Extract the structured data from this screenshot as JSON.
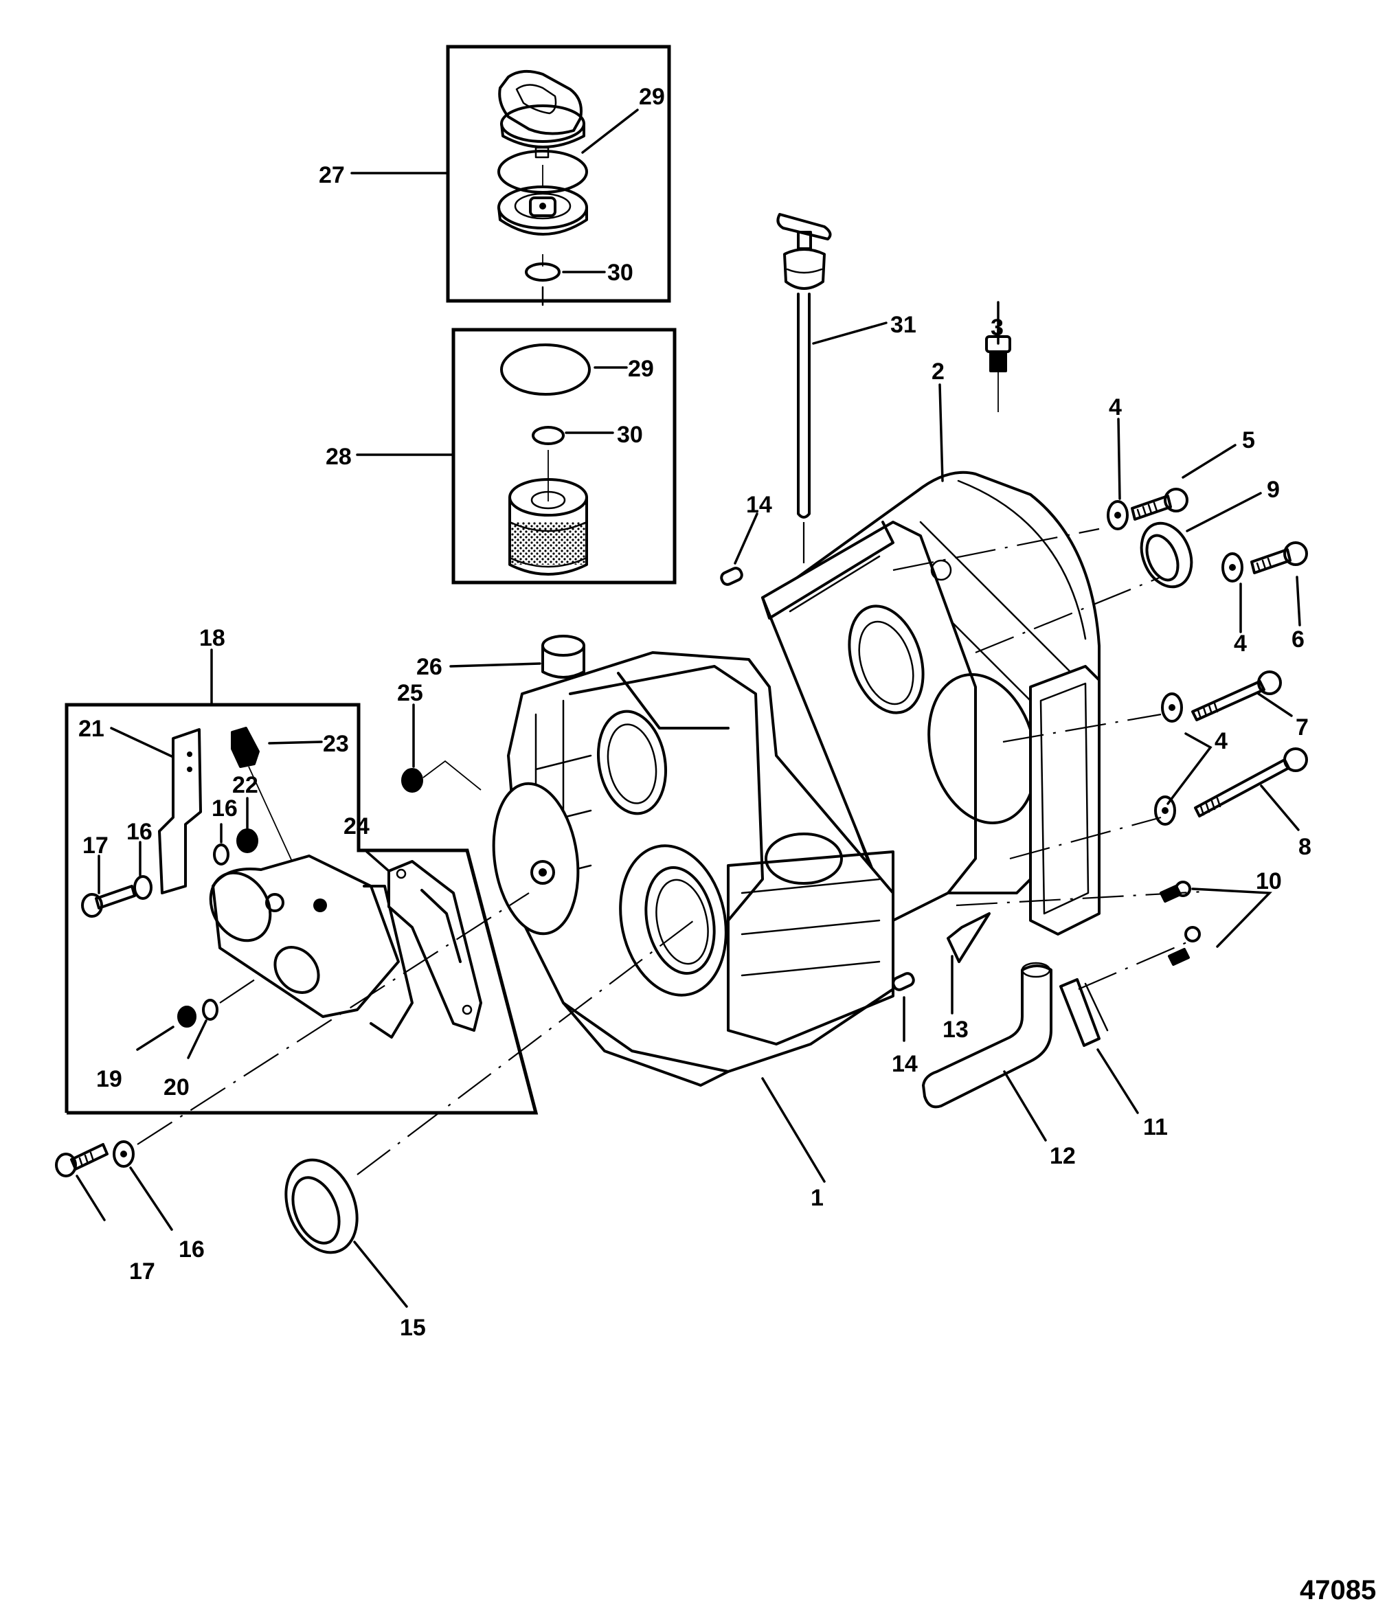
{
  "figure": {
    "reference_number": "47085",
    "title": ""
  },
  "callouts": [
    {
      "id": "c1",
      "label": "1"
    },
    {
      "id": "c2",
      "label": "2"
    },
    {
      "id": "c3",
      "label": "3"
    },
    {
      "id": "c4a",
      "label": "4"
    },
    {
      "id": "c4b",
      "label": "4"
    },
    {
      "id": "c4c",
      "label": "4"
    },
    {
      "id": "c5",
      "label": "5"
    },
    {
      "id": "c6",
      "label": "6"
    },
    {
      "id": "c7",
      "label": "7"
    },
    {
      "id": "c8",
      "label": "8"
    },
    {
      "id": "c9",
      "label": "9"
    },
    {
      "id": "c10",
      "label": "10"
    },
    {
      "id": "c11",
      "label": "11"
    },
    {
      "id": "c12",
      "label": "12"
    },
    {
      "id": "c13",
      "label": "13"
    },
    {
      "id": "c14a",
      "label": "14"
    },
    {
      "id": "c14b",
      "label": "14"
    },
    {
      "id": "c15",
      "label": "15"
    },
    {
      "id": "c16a",
      "label": "16"
    },
    {
      "id": "c16b",
      "label": "16"
    },
    {
      "id": "c16c",
      "label": "16"
    },
    {
      "id": "c17a",
      "label": "17"
    },
    {
      "id": "c17b",
      "label": "17"
    },
    {
      "id": "c18",
      "label": "18"
    },
    {
      "id": "c19",
      "label": "19"
    },
    {
      "id": "c20",
      "label": "20"
    },
    {
      "id": "c21",
      "label": "21"
    },
    {
      "id": "c22",
      "label": "22"
    },
    {
      "id": "c23",
      "label": "23"
    },
    {
      "id": "c24",
      "label": "24"
    },
    {
      "id": "c25",
      "label": "25"
    },
    {
      "id": "c26",
      "label": "26"
    },
    {
      "id": "c27",
      "label": "27"
    },
    {
      "id": "c28",
      "label": "28"
    },
    {
      "id": "c29a",
      "label": "29"
    },
    {
      "id": "c29b",
      "label": "29"
    },
    {
      "id": "c30a",
      "label": "30"
    },
    {
      "id": "c30b",
      "label": "30"
    },
    {
      "id": "c31",
      "label": "31"
    }
  ],
  "parts": [
    {
      "number": "1",
      "depiction": "transmission housing front"
    },
    {
      "number": "2",
      "depiction": "transmission housing rear (bell housing)"
    },
    {
      "number": "3",
      "depiction": "plug / breather"
    },
    {
      "number": "4",
      "depiction": "washer"
    },
    {
      "number": "5",
      "depiction": "hex bolt short"
    },
    {
      "number": "6",
      "depiction": "hex bolt short"
    },
    {
      "number": "7",
      "depiction": "hex bolt long"
    },
    {
      "number": "8",
      "depiction": "hex bolt long"
    },
    {
      "number": "9",
      "depiction": "oil seal"
    },
    {
      "number": "10",
      "depiction": "screw (2)"
    },
    {
      "number": "11",
      "depiction": "clamp"
    },
    {
      "number": "12",
      "depiction": "hose"
    },
    {
      "number": "13",
      "depiction": "fitting"
    },
    {
      "number": "14",
      "depiction": "dowel pin"
    },
    {
      "number": "15",
      "depiction": "oil seal"
    },
    {
      "number": "16",
      "depiction": "washer"
    },
    {
      "number": "17",
      "depiction": "socket head screw"
    },
    {
      "number": "18",
      "depiction": "valve assembly (boxed)"
    },
    {
      "number": "19",
      "depiction": "plug"
    },
    {
      "number": "20",
      "depiction": "washer"
    },
    {
      "number": "21",
      "depiction": "bracket"
    },
    {
      "number": "22",
      "depiction": "nut"
    },
    {
      "number": "23",
      "depiction": "fitting"
    },
    {
      "number": "24",
      "depiction": "gasket"
    },
    {
      "number": "25",
      "depiction": "plug"
    },
    {
      "number": "26",
      "depiction": "bushing"
    },
    {
      "number": "27",
      "depiction": "filler cap assembly (boxed)"
    },
    {
      "number": "28",
      "depiction": "filter assembly (boxed)"
    },
    {
      "number": "29",
      "depiction": "o-ring"
    },
    {
      "number": "30",
      "depiction": "retaining ring"
    },
    {
      "number": "31",
      "depiction": "dipstick"
    }
  ]
}
